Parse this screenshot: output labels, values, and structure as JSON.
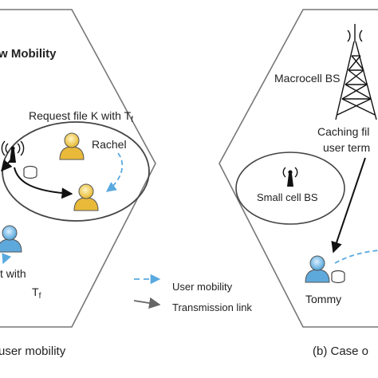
{
  "left_panel": {
    "title": "w Mobility",
    "request_text": "Request file K with T",
    "request_sub": "f",
    "user_name": "Rachel",
    "bottom_line1": "t with",
    "bottom_line2": "T",
    "bottom_line2_sub": "f",
    "caption": "user mobility"
  },
  "right_panel": {
    "macro_label": "Macrocell BS",
    "caching_line1": "Caching fil",
    "caching_line2": "user term",
    "small_cell_label": "Small cell BS",
    "user_name": "Tommy",
    "caption": "(b) Case o"
  },
  "legend": {
    "user_mobility": "User mobility",
    "transmission_link": "Transmission link"
  },
  "colors": {
    "user_head_yellow": "#f2c94c",
    "user_head_blue": "#6fb7e3",
    "mobility_arrow": "#5aa9df",
    "link_arrow": "#111111",
    "legend_link": "#666666"
  },
  "icons": [
    "antenna-icon",
    "macrocell-tower-icon",
    "user-icon",
    "cache-drum-icon"
  ]
}
